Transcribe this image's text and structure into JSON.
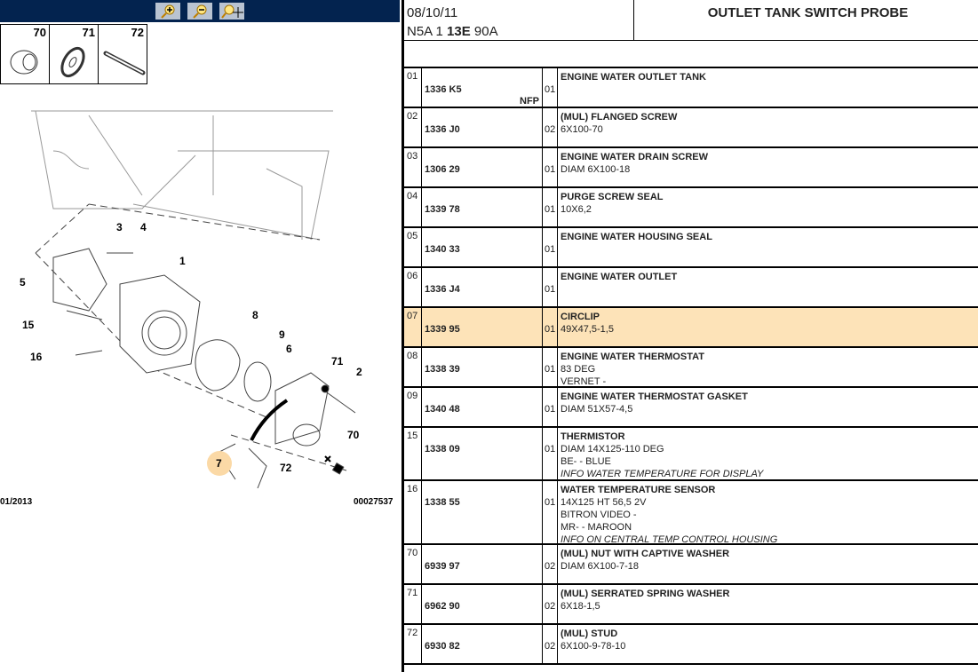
{
  "toolbar": {
    "zoom_in": "zoom-in",
    "zoom_out": "zoom-out",
    "zoom_pan": "zoom-pan"
  },
  "thumbnails": [
    {
      "num": "70"
    },
    {
      "num": "71"
    },
    {
      "num": "72"
    }
  ],
  "diagram": {
    "callouts": [
      "1",
      "2",
      "3",
      "4",
      "5",
      "6",
      "7",
      "8",
      "9",
      "15",
      "16",
      "70",
      "71",
      "72"
    ],
    "footer_date": "01/2013",
    "footer_ref": "00027537",
    "highlight_color": "#fbd9a6"
  },
  "header": {
    "date": "08/10/11",
    "ref_a": "N5A 1 ",
    "ref_b": "13E",
    "ref_c": " 90A",
    "title": "OUTLET TANK SWITCH PROBE"
  },
  "rows": [
    {
      "idx": "01",
      "pn": "1336 K5",
      "nfp": "NFP",
      "qty": "01",
      "title": "ENGINE WATER OUTLET TANK",
      "lines": []
    },
    {
      "idx": "02",
      "pn": "1336 J0",
      "qty": "02",
      "title": "(MUL) FLANGED SCREW",
      "lines": [
        "6X100-70"
      ]
    },
    {
      "idx": "03",
      "pn": "1306 29",
      "qty": "01",
      "title": "ENGINE WATER DRAIN SCREW",
      "lines": [
        "DIAM 6X100-18"
      ]
    },
    {
      "idx": "04",
      "pn": "1339 78",
      "qty": "01",
      "title": "PURGE SCREW SEAL",
      "lines": [
        "10X6,2"
      ]
    },
    {
      "idx": "05",
      "pn": "1340 33",
      "qty": "01",
      "title": "ENGINE WATER HOUSING SEAL",
      "lines": []
    },
    {
      "idx": "06",
      "pn": "1336 J4",
      "qty": "01",
      "title": "ENGINE WATER OUTLET",
      "lines": []
    },
    {
      "idx": "07",
      "pn": "1339 95",
      "qty": "01",
      "title": "CIRCLIP",
      "lines": [
        "49X47,5-1,5"
      ],
      "selected": true
    },
    {
      "idx": "08",
      "pn": "1338 39",
      "qty": "01",
      "title": "ENGINE WATER THERMOSTAT",
      "lines": [
        "83 DEG",
        "VERNET -"
      ]
    },
    {
      "idx": "09",
      "pn": "1340 48",
      "qty": "01",
      "title": "ENGINE WATER THERMOSTAT GASKET",
      "lines": [
        "DIAM 51X57-4,5"
      ]
    },
    {
      "idx": "15",
      "pn": "1338 09",
      "qty": "01",
      "title": "THERMISTOR",
      "lines": [
        "DIAM 14X125-110 DEG",
        "BE- - BLUE"
      ],
      "note": "INFO WATER TEMPERATURE FOR DISPLAY"
    },
    {
      "idx": "16",
      "pn": "1338 55",
      "qty": "01",
      "title": "WATER TEMPERATURE SENSOR",
      "lines": [
        "14X125 HT 56,5 2V",
        "BITRON VIDEO -",
        "MR- - MAROON"
      ],
      "note": "INFO ON CENTRAL TEMP CONTROL HOUSING"
    },
    {
      "idx": "70",
      "pn": "6939 97",
      "qty": "02",
      "title": "(MUL) NUT WITH CAPTIVE WASHER",
      "lines": [
        "DIAM 6X100-7-18"
      ]
    },
    {
      "idx": "71",
      "pn": "6962 90",
      "qty": "02",
      "title": "(MUL) SERRATED SPRING WASHER",
      "lines": [
        "6X18-1,5"
      ]
    },
    {
      "idx": "72",
      "pn": "6930 82",
      "qty": "02",
      "title": "(MUL) STUD",
      "lines": [
        "6X100-9-78-10"
      ]
    }
  ]
}
